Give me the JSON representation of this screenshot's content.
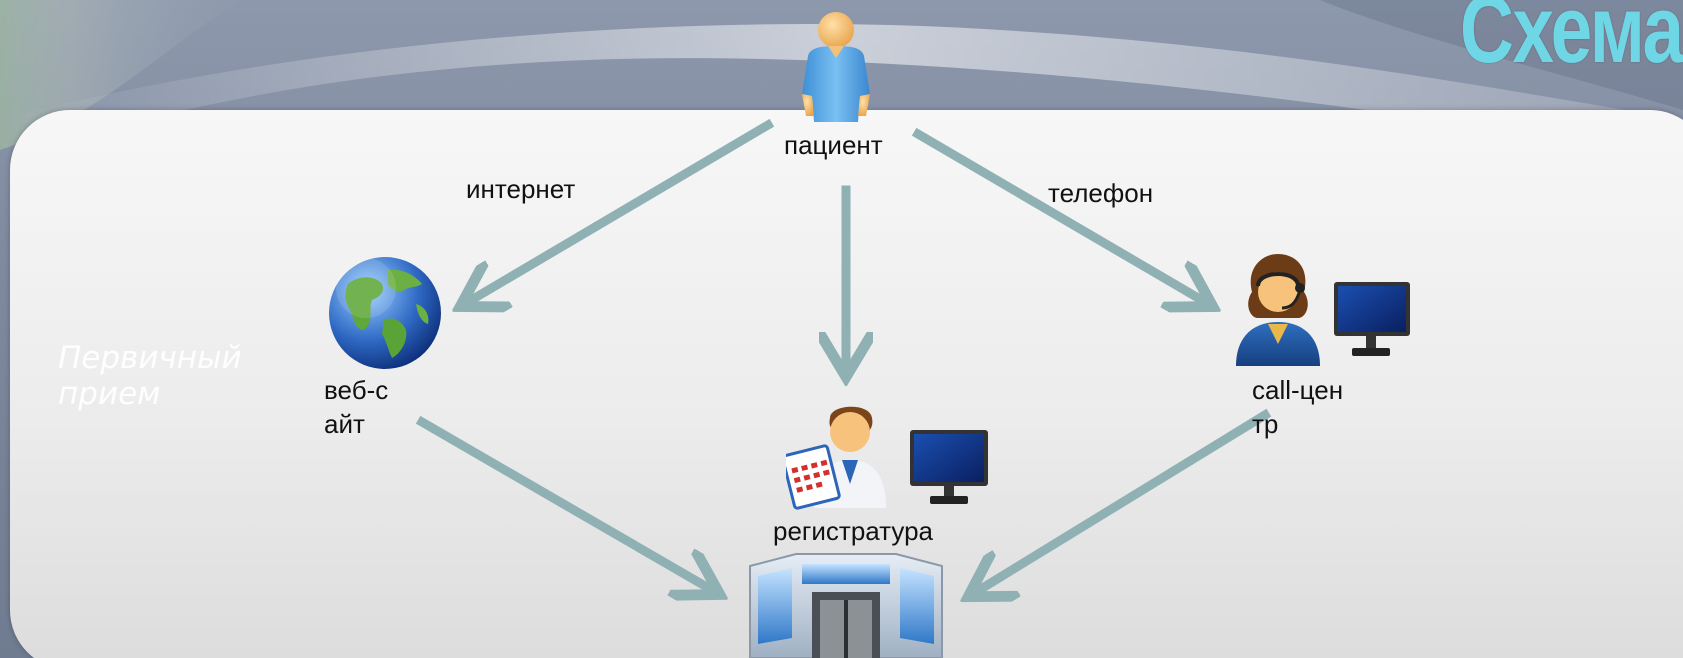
{
  "slide": {
    "title": "Схема",
    "side_caption": "Первичный прием"
  },
  "nodes": {
    "patient": "пациент",
    "website": "веб-сайт",
    "callcenter": "call-центр",
    "registry": "регистратура"
  },
  "edges": {
    "internet": "интернет",
    "phone": "телефон"
  },
  "colors": {
    "arrow": "#8fb1b3",
    "title": "#6fd6e6",
    "panel": "#eeeeee"
  },
  "icons": {
    "patient": "person-icon",
    "website": "globe-icon",
    "callcenter": "operator-computer-icon",
    "registry": "receptionist-computer-icon",
    "clinic": "building-icon"
  }
}
